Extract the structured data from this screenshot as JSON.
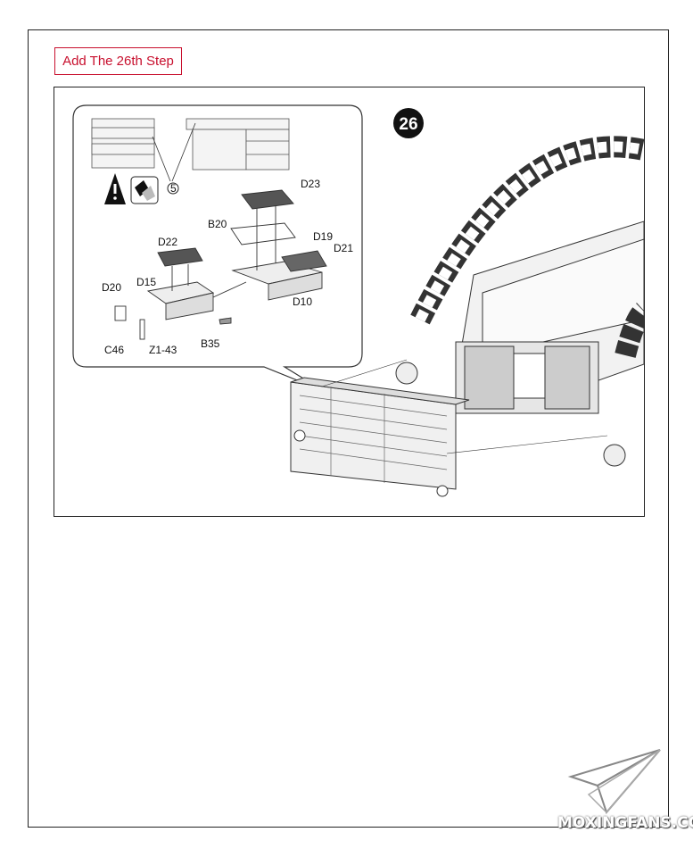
{
  "step_button": {
    "label": "Add The 26th Step"
  },
  "diagram": {
    "step_number": "26",
    "callout_number": "5",
    "parts": {
      "d23": "D23",
      "b20": "B20",
      "d19": "D19",
      "d21": "D21",
      "d22": "D22",
      "d15": "D15",
      "d20": "D20",
      "d10": "D10",
      "c46": "C46",
      "z1_43": "Z1-43",
      "b35": "B35"
    }
  },
  "watermark": {
    "text": "MOXINGFANS.COM"
  }
}
